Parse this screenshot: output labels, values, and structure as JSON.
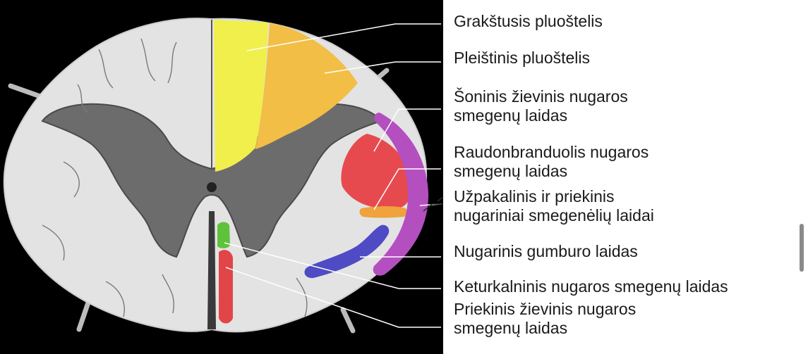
{
  "labels": {
    "gracile": "Grakštusis pluoštelis",
    "cuneate": "Pleištinis pluoštelis",
    "lateral_cst_1": "Šoninis žievinis nugaros",
    "lateral_cst_2": "smegenų laidas",
    "rubrospinal_1": "Raudonbranduolis nugaros",
    "rubrospinal_2": "smegenų laidas",
    "spinocerebellar_1": "Užpakalinis ir priekinis",
    "spinocerebellar_2": "nugariniai smegenėlių laidai",
    "spinothalamic": "Nugarinis gumburo laidas",
    "tectospinal": "Keturkalninis nugaros smegenų laidas",
    "anterior_cst_1": "Priekinis žievinis nugaros",
    "anterior_cst_2": "smegenų laidas"
  },
  "colors": {
    "background": "#000000",
    "white_matter": "#e3e3e3",
    "gray_matter": "#6c6c6c",
    "gracile": "#f0ef4c",
    "cuneate": "#f2be46",
    "lateral_cst": "#e64a4f",
    "rubrospinal": "#f0a23c",
    "spinocerebellar": "#b44fc0",
    "spinothalamic": "#4e4bc4",
    "tectospinal": "#5ec23b",
    "anterior_cst": "#e14548"
  }
}
